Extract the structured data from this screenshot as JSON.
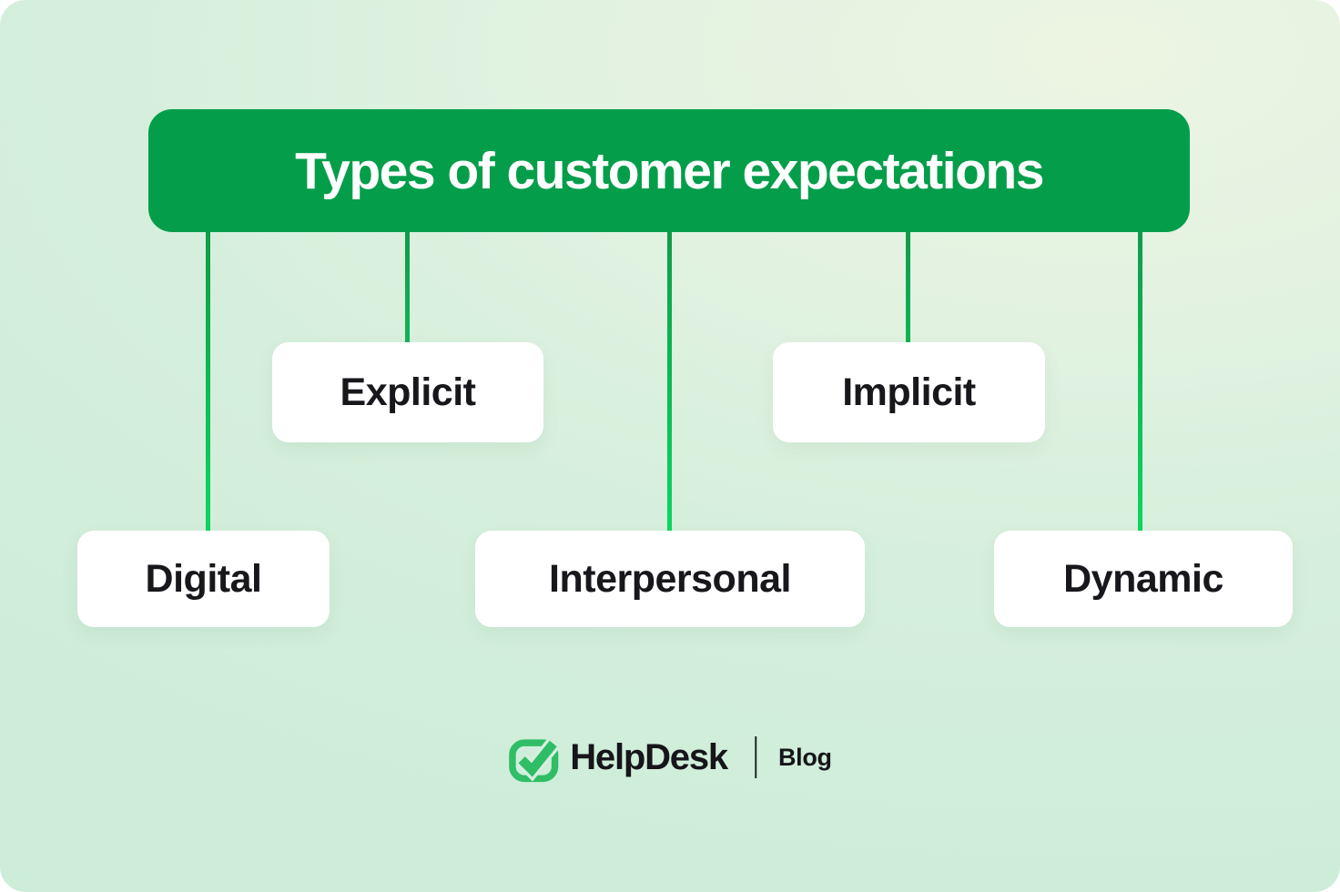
{
  "diagram": {
    "title": "Types of customer expectations",
    "nodes": [
      {
        "id": "explicit",
        "label": "Explicit"
      },
      {
        "id": "implicit",
        "label": "Implicit"
      },
      {
        "id": "digital",
        "label": "Digital"
      },
      {
        "id": "interpersonal",
        "label": "Interpersonal"
      },
      {
        "id": "dynamic",
        "label": "Dynamic"
      }
    ]
  },
  "footer": {
    "brand": "HelpDesk",
    "section": "Blog",
    "logo_icon": "helpdesk-check-icon"
  },
  "colors": {
    "header_green": "#049e4b",
    "line_green_dark": "#0f9b4a",
    "line_green_bright": "#0bd761",
    "logo_green": "#2fbe66",
    "text_dark": "#17171c",
    "bg_mint": "#cdedd9",
    "bg_pale": "#edf5e2",
    "card_white": "#ffffff"
  }
}
